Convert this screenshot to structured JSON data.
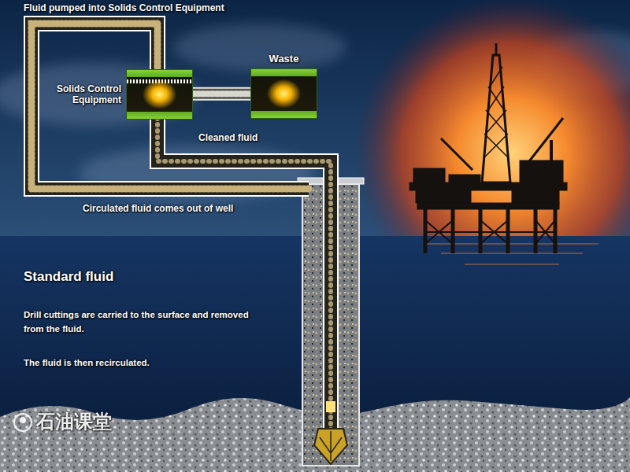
{
  "diagram": {
    "nodes": [
      {
        "text": [
          "Solids Control Equipment"
        ]
      },
      {
        "text": [
          "Waste"
        ]
      }
    ],
    "edges": [
      {
        "from": 0,
        "to": 1,
        "arrow": "none"
      }
    ],
    "labels": [
      "Fluid pumped into Solids Control Equipment",
      "Cleaned fluid",
      "Circulated fluid comes out of well",
      "Standard fluid",
      "Drill cuttings are carried to the surface and removed from the fluid.",
      "The fluid is then recirculated.",
      "石油课堂"
    ]
  }
}
